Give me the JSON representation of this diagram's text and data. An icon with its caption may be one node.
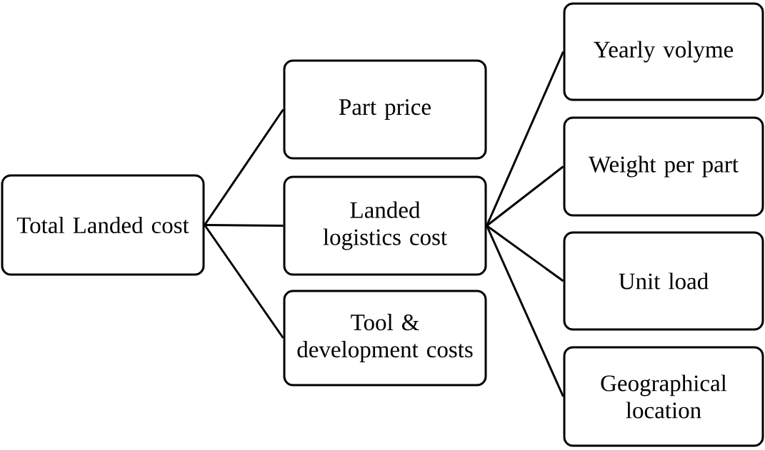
{
  "diagram": {
    "nodes": [
      {
        "text": [
          "Total Landed cost"
        ]
      },
      {
        "text": [
          "Part price"
        ]
      },
      {
        "text": [
          "Landed logistics cost"
        ]
      },
      {
        "text": [
          "Tool & development costs"
        ]
      },
      {
        "text": [
          "Yearly volyme"
        ]
      },
      {
        "text": [
          "Weight per part"
        ]
      },
      {
        "text": [
          "Unit load"
        ]
      },
      {
        "text": [
          "Geographical location"
        ]
      }
    ],
    "edges": [
      {
        "from": 0,
        "to": 1,
        "arrow": "none"
      },
      {
        "from": 0,
        "to": 2,
        "arrow": "none"
      },
      {
        "from": 0,
        "to": 3,
        "arrow": "none"
      },
      {
        "from": 2,
        "to": 4,
        "arrow": "none"
      },
      {
        "from": 2,
        "to": 5,
        "arrow": "none"
      },
      {
        "from": 2,
        "to": 6,
        "arrow": "none"
      },
      {
        "from": 2,
        "to": 7,
        "arrow": "none"
      }
    ]
  }
}
